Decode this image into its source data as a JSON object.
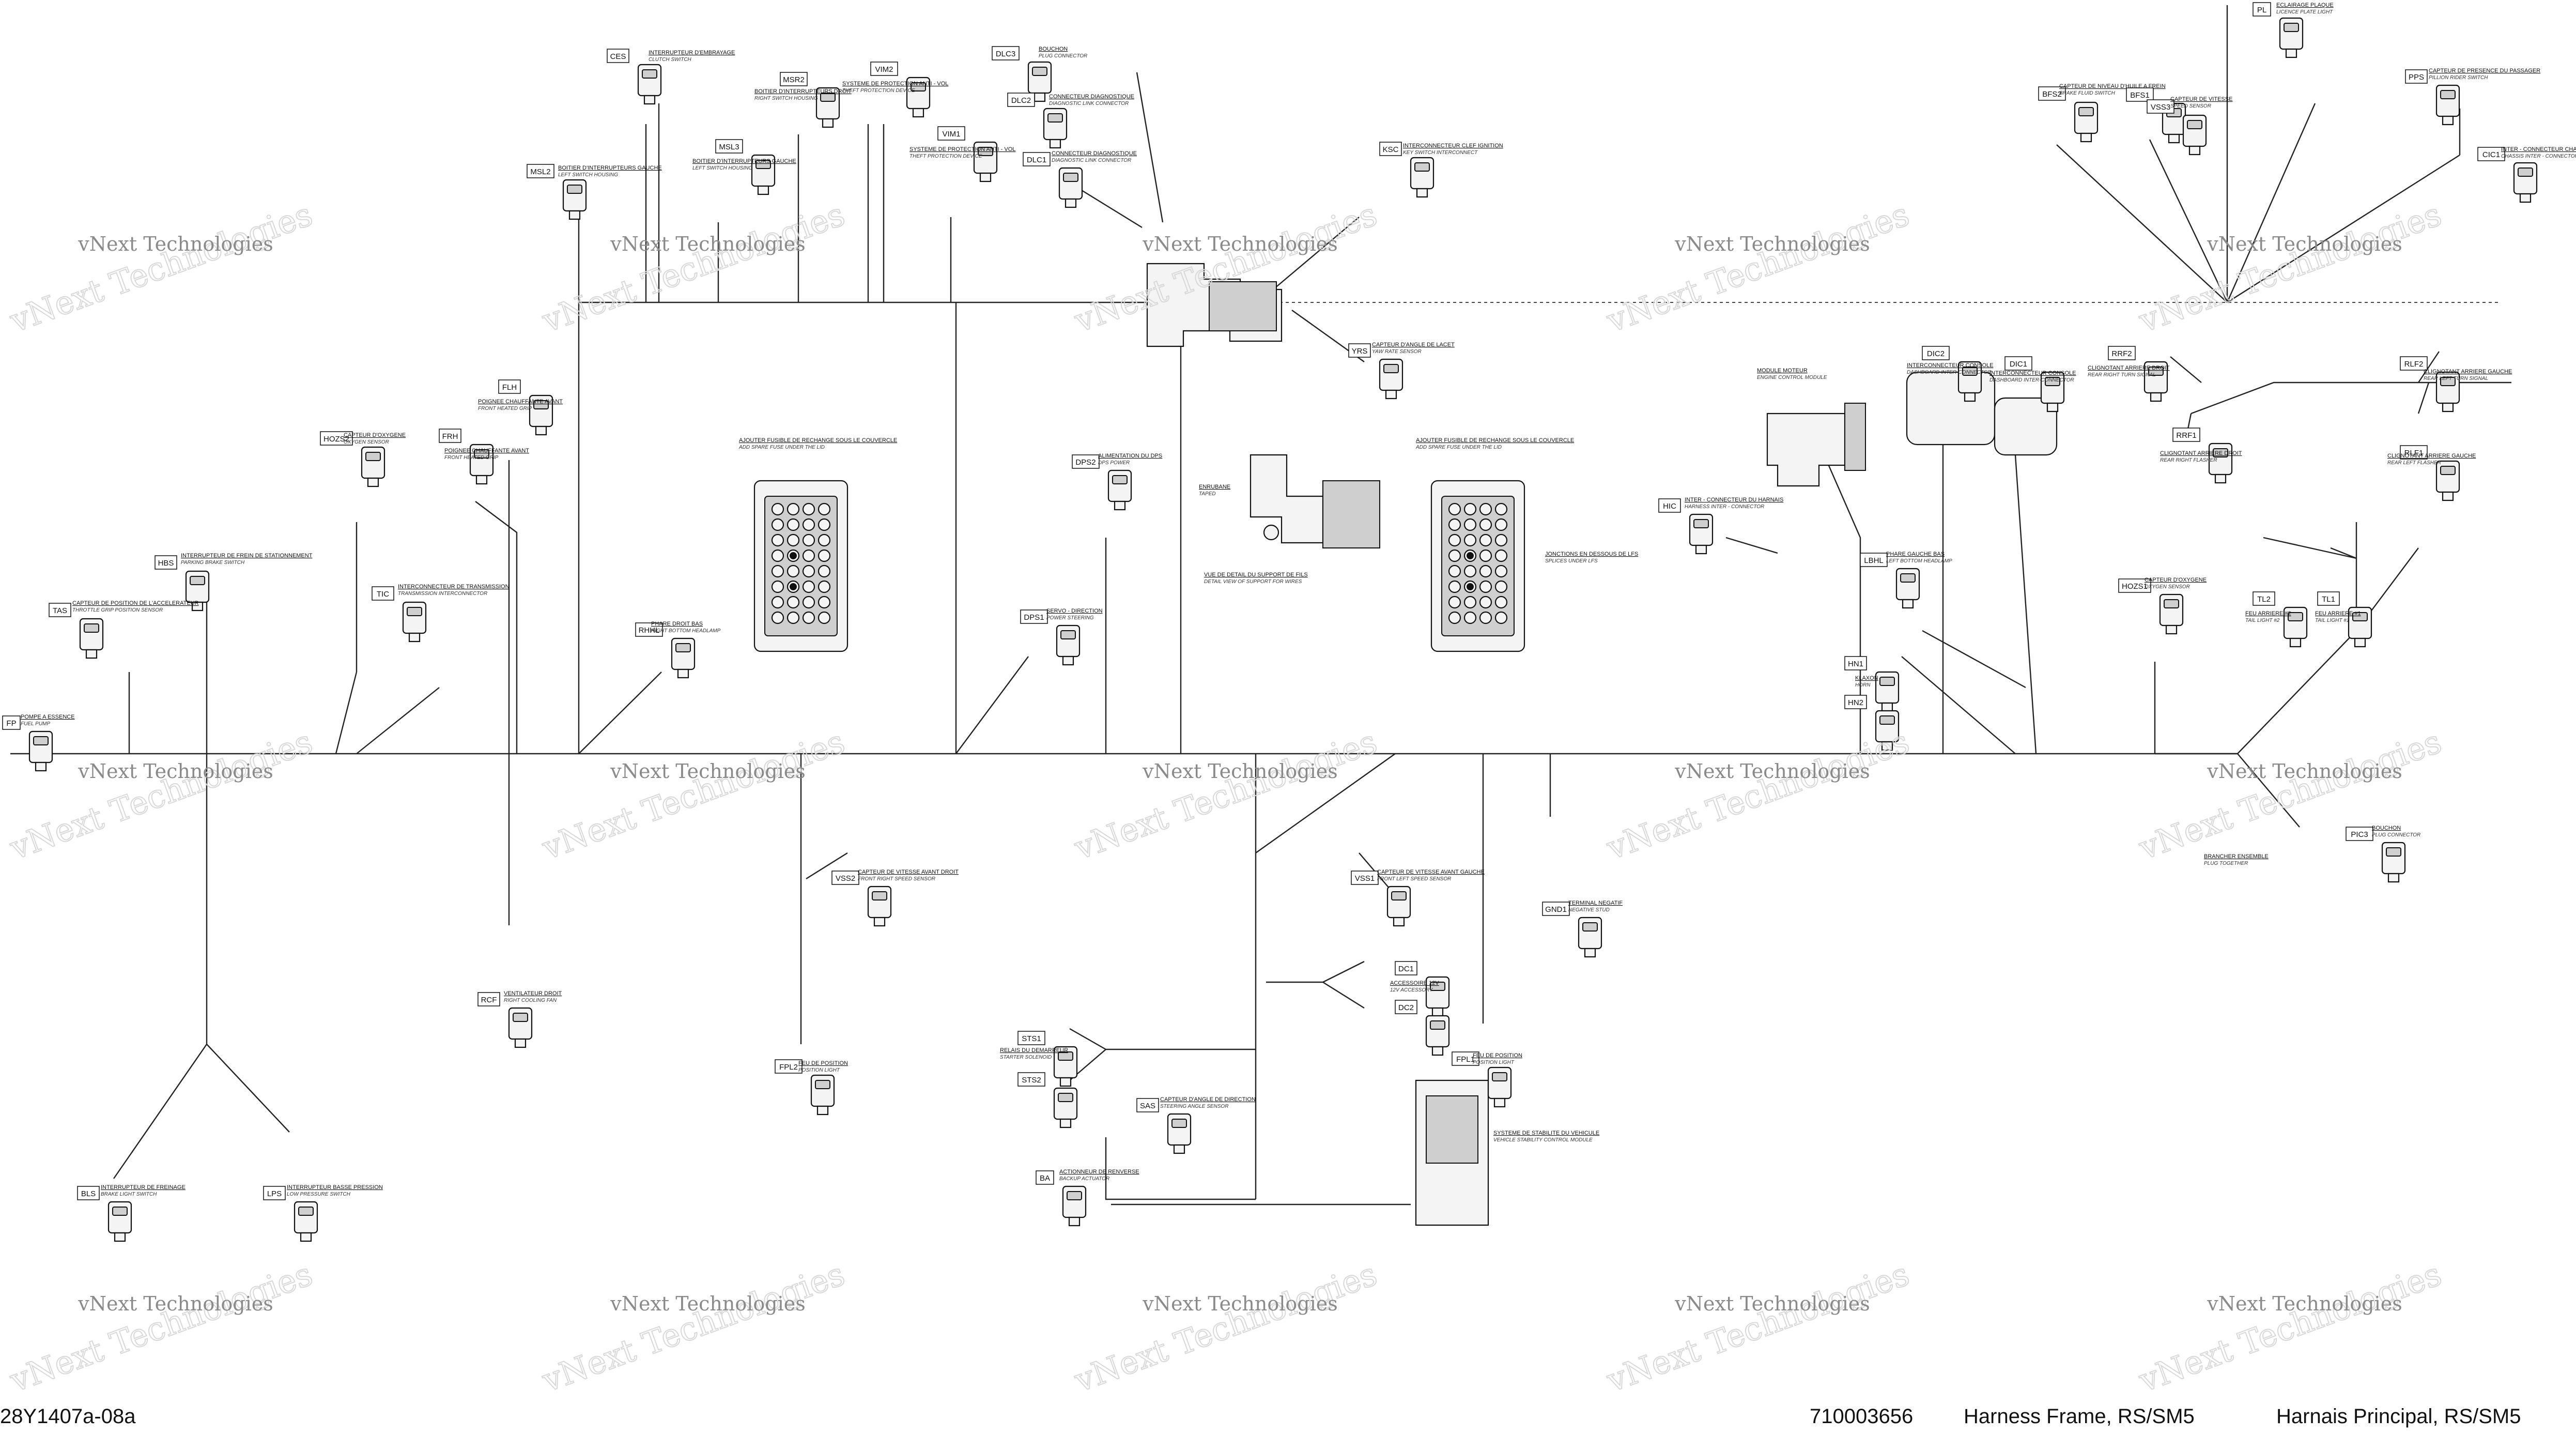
{
  "footer": {
    "diagram_id": "28Y1407a-08a",
    "part_number": "710003656",
    "title_en": "Harness Frame, RS/SM5",
    "title_fr": "Harnais Principal, RS/SM5"
  },
  "watermark": {
    "line1": "vNext Technologies",
    "line2": "vNext Technologies"
  },
  "components": [
    {
      "code": "CES",
      "fr": "INTERRUPTEUR D'EMBRAYAGE",
      "en": "CLUTCH SWITCH"
    },
    {
      "code": "MSR2",
      "fr": "BOITIER D'INTERRUPTEURS DROIT",
      "en": "RIGHT SWITCH HOUSING"
    },
    {
      "code": "VIM2",
      "fr": "SYSTEME DE PROTECTION ANTI - VOL",
      "en": "THEFT PROTECTION DEVICE"
    },
    {
      "code": "DLC3",
      "fr": "BOUCHON",
      "en": "PLUG CONNECTOR"
    },
    {
      "code": "DLC2",
      "fr": "CONNECTEUR DIAGNOSTIQUE",
      "en": "DIAGNOSTIC LINK CONNECTOR"
    },
    {
      "code": "DLC1",
      "fr": "CONNECTEUR DIAGNOSTIQUE",
      "en": "DIAGNOSTIC LINK CONNECTOR"
    },
    {
      "code": "VIM1",
      "fr": "SYSTEME DE PROTECTION ANTI - VOL",
      "en": "THEFT PROTECTION DEVICE"
    },
    {
      "code": "MSL3",
      "fr": "BOITIER D'INTERRUPTEURS GAUCHE",
      "en": "LEFT SWITCH HOUSING"
    },
    {
      "code": "MSL2",
      "fr": "BOITIER D'INTERRUPTEURS GAUCHE",
      "en": "LEFT SWITCH HOUSING"
    },
    {
      "code": "KSC",
      "fr": "INTERCONNECTEUR CLEF IGNITION",
      "en": "KEY SWITCH INTERCONNECT"
    },
    {
      "code": "HOZS2",
      "fr": "CAPTEUR D'OXYGENE",
      "en": "OXYGEN SENSOR"
    },
    {
      "code": "FRH",
      "fr": "POIGNEE CHAUFFANTE AVANT",
      "en": "FRONT HEATED GRIP"
    },
    {
      "code": "FLH",
      "fr": "POIGNEE CHAUFFANTE AVANT",
      "en": "FRONT HEATED GRIP"
    },
    {
      "code": "HBS",
      "fr": "INTERRUPTEUR DE FREIN DE STATIONNEMENT",
      "en": "PARKING BRAKE SWITCH"
    },
    {
      "code": "TAS",
      "fr": "CAPTEUR DE POSITION DE L'ACCELERATEUR",
      "en": "THROTTLE GRIP POSITION SENSOR"
    },
    {
      "code": "TIC",
      "fr": "INTERCONNECTEUR DE TRANSMISSION",
      "en": "TRANSMISSION INTERCONNECTOR"
    },
    {
      "code": "RHHL",
      "fr": "PHARE DROIT BAS",
      "en": "RIGHT BOTTOM HEADLAMP"
    },
    {
      "code": "FP",
      "fr": "POMPE A ESSENCE",
      "en": "FUEL PUMP"
    },
    {
      "code": "DPS2",
      "fr": "ALIMENTATION DU DPS",
      "en": "DPS POWER"
    },
    {
      "code": "DPS1",
      "fr": "SERVO - DIRECTION",
      "en": "POWER STEERING"
    },
    {
      "code": "VSS2",
      "fr": "CAPTEUR DE VITESSE AVANT DROIT",
      "en": "FRONT RIGHT SPEED SENSOR"
    },
    {
      "code": "RCF",
      "fr": "VENTILATEUR DROIT",
      "en": "RIGHT COOLING FAN"
    },
    {
      "code": "FPL2",
      "fr": "FEU DE POSITION",
      "en": "POSITION LIGHT"
    },
    {
      "code": "BLS",
      "fr": "INTERRUPTEUR DE FREINAGE",
      "en": "BRAKE LIGHT SWITCH"
    },
    {
      "code": "LPS",
      "fr": "INTERRUPTEUR BASSE PRESSION",
      "en": "LOW PRESSURE SWITCH"
    },
    {
      "code": "YRS",
      "fr": "CAPTEUR D'ANGLE DE LACET",
      "en": "YAW RATE SENSOR"
    },
    {
      "code": "HIC",
      "fr": "INTER - CONNECTEUR DU HARNAIS",
      "en": "HARNESS INTER - CONNECTOR"
    },
    {
      "code": "DIC2",
      "fr": "INTERCONNECTEUR CONSOLE",
      "en": "DASHBOARD INTER-CONNECTOR"
    },
    {
      "code": "DIC1",
      "fr": "INTERCONNECTEUR CONSOLE",
      "en": "DASHBOARD INTER-CONNECTOR"
    },
    {
      "code": "RRF2",
      "fr": "CLIGNOTANT ARRIERE DROIT",
      "en": "REAR RIGHT TURN SIGNAL"
    },
    {
      "code": "RRF1",
      "fr": "CLIGNOTANT ARRIERE DROIT",
      "en": "REAR RIGHT FLASHER"
    },
    {
      "code": "RLF2",
      "fr": "CLIGNOTANT ARRIERE GAUCHE",
      "en": "REAR LEFT TURN SIGNAL"
    },
    {
      "code": "RLF1",
      "fr": "CLIGNOTANT ARRIERE GAUCHE",
      "en": "REAR LEFT FLASHER"
    },
    {
      "code": "BFS2",
      "fr": "CAPTEUR DE NIVEAU D'HUILE A FREIN",
      "en": "BRAKE FLUID SWITCH"
    },
    {
      "code": "BFS1",
      "fr": "",
      "en": ""
    },
    {
      "code": "VSS3",
      "fr": "CAPTEUR DE VITESSE",
      "en": "SPEED SENSOR"
    },
    {
      "code": "PPS",
      "fr": "CAPTEUR DE PRESENCE DU PASSAGER",
      "en": "PILLION RIDER SWITCH"
    },
    {
      "code": "CIC1",
      "fr": "INTER - CONNECTEUR CHASSIS",
      "en": "CHASSIS INTER - CONNECTOR"
    },
    {
      "code": "PL",
      "fr": "ECLAIRAGE PLAQUE",
      "en": "LICENCE PLATE LIGHT"
    },
    {
      "code": "LBHL",
      "fr": "PHARE GAUCHE BAS",
      "en": "LEFT BOTTOM HEADLAMP"
    },
    {
      "code": "HN1",
      "fr": "KLAXON",
      "en": "HORN"
    },
    {
      "code": "HN2",
      "fr": "",
      "en": ""
    },
    {
      "code": "HOZS1",
      "fr": "CAPTEUR D'OXYGENE",
      "en": "OXYGEN SENSOR"
    },
    {
      "code": "TL2",
      "fr": "FEU ARRIERE #2",
      "en": "TAIL LIGHT #2"
    },
    {
      "code": "TL1",
      "fr": "FEU ARRIERE #1",
      "en": "TAIL LIGHT #1"
    },
    {
      "code": "PIC3",
      "fr": "BOUCHON",
      "en": "PLUG CONNECTOR"
    },
    {
      "code": "VSS1",
      "fr": "CAPTEUR DE VITESSE AVANT GAUCHE",
      "en": "FRONT LEFT SPEED SENSOR"
    },
    {
      "code": "GND1",
      "fr": "TERMINAL NEGATIF",
      "en": "NEGATIVE STUD"
    },
    {
      "code": "DC1",
      "fr": "ACCESSOIRE 12V",
      "en": "12V ACCESSORY"
    },
    {
      "code": "DC2",
      "fr": "",
      "en": ""
    },
    {
      "code": "FPL1",
      "fr": "FEU DE POSITION",
      "en": "POSITION LIGHT"
    },
    {
      "code": "STS1",
      "fr": "RELAIS DU DEMARREUR",
      "en": "STARTER SOLENOID"
    },
    {
      "code": "STS2",
      "fr": "",
      "en": ""
    },
    {
      "code": "SAS",
      "fr": "CAPTEUR D'ANGLE DE DIRECTION",
      "en": "STEERING ANGLE SENSOR"
    },
    {
      "code": "BA",
      "fr": "ACTIONNEUR DE RENVERSE",
      "en": "BACKUP ACTUATOR"
    }
  ],
  "notes": [
    {
      "fr": "AJOUTER FUSIBLE DE RECHANGE SOUS LE COUVERCLE",
      "en": "ADD SPARE FUSE UNDER THE LID"
    },
    {
      "fr": "AJOUTER FUSIBLE DE RECHANGE SOUS LE COUVERCLE",
      "en": "ADD SPARE FUSE UNDER THE LID"
    },
    {
      "fr": "VUE DE DETAIL DU SUPPORT DE FILS",
      "en": "DETAIL VIEW OF SUPPORT FOR WIRES"
    },
    {
      "fr": "ENRUBANE",
      "en": "TAPED"
    },
    {
      "fr": "JONCTIONS EN DESSOUS DE LFS",
      "en": "SPLICES UNDER LFS"
    },
    {
      "fr": "MODULE MOTEUR",
      "en": "ENGINE CONTROL MODULE"
    },
    {
      "fr": "SYSTEME DE STABILITE DU VEHICULE",
      "en": "VEHICLE STABILITY CONTROL MODULE"
    },
    {
      "fr": "BRANCHER ENSEMBLE",
      "en": "PLUG TOGETHER"
    }
  ]
}
